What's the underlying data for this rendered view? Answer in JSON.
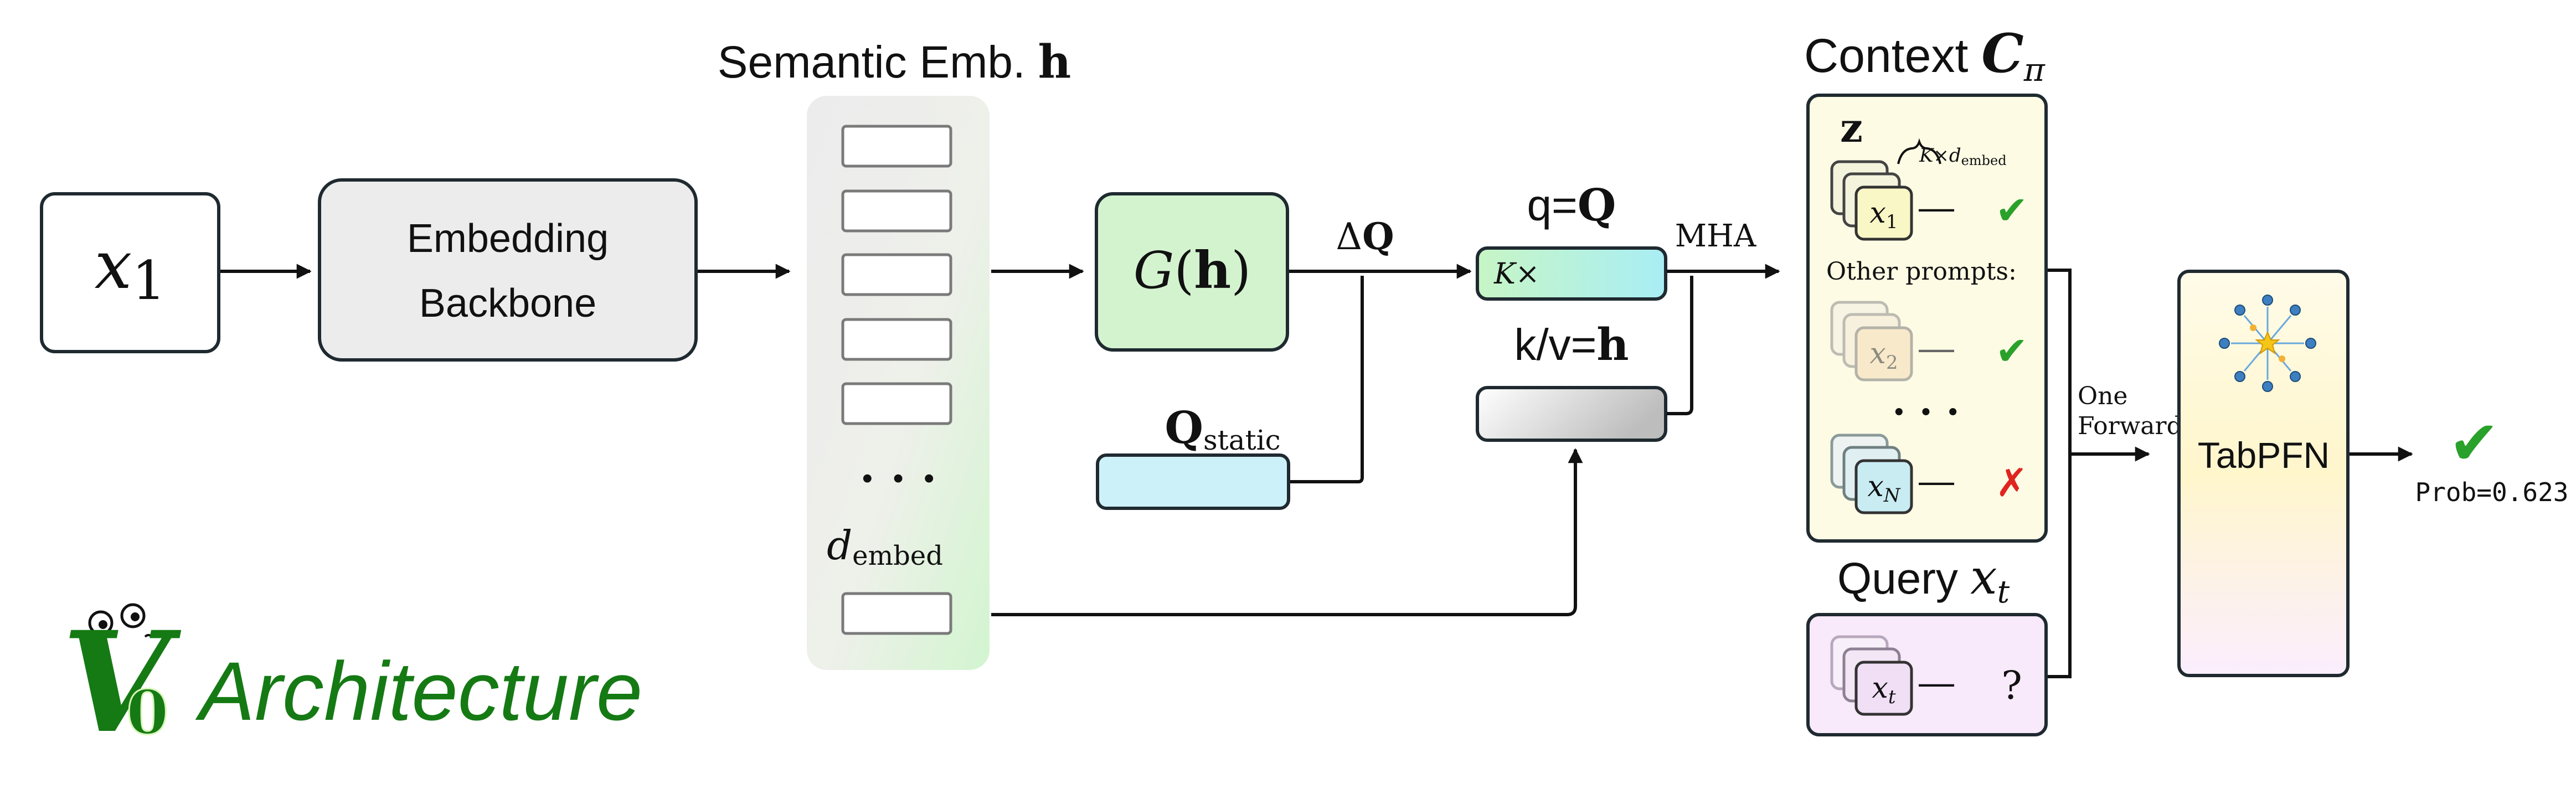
{
  "input": {
    "var": "x",
    "sub": "1"
  },
  "backbone": {
    "line1": "Embedding",
    "line2": "Backbone"
  },
  "semantic": {
    "title": "Semantic Emb. ",
    "title_sym": "h",
    "ellipsis": "· · ·",
    "dim_var": "d",
    "dim_sub": "embed"
  },
  "g_block": {
    "fn": "G",
    "open": "(",
    "arg": "h",
    "close": ")"
  },
  "delta_q": {
    "delta": "Δ",
    "sym": "Q"
  },
  "q_static": {
    "sym": "Q",
    "sub": "static"
  },
  "q_label": {
    "prefix": "q=",
    "sym": "Q"
  },
  "q_box": {
    "k": "K",
    "times": "×"
  },
  "kv_label": {
    "prefix": "k/v=",
    "sym": "h"
  },
  "mha": "MHA",
  "context": {
    "title": "Context ",
    "title_sym": "C",
    "title_sub": "π",
    "z": "z",
    "brace_k": "K",
    "brace_times": "×",
    "brace_d": "d",
    "brace_sub": "embed",
    "other_prompts": "Other prompts:",
    "ellipsis": "· · ·",
    "items": [
      {
        "var": "x",
        "sub": "1",
        "dash": "—",
        "mark": "✔"
      },
      {
        "var": "x",
        "sub": "2",
        "dash": "—",
        "mark": "✔"
      },
      {
        "var": "x",
        "sub": "N",
        "dash": "—",
        "mark": "✗"
      }
    ]
  },
  "query": {
    "title": "Query ",
    "var": "x",
    "sub": "t",
    "dash": "—",
    "mark": "?"
  },
  "one_forward": {
    "line1": "One",
    "line2": "Forward"
  },
  "tabpfn": {
    "label": "TabPFN"
  },
  "output": {
    "mark": "✔",
    "prob": "Prob=0.623"
  },
  "logo": {
    "letter": "V",
    "sub": "0",
    "word": "Architecture"
  },
  "colors": {
    "green": "#157a14",
    "check": "#2aa12a",
    "cross": "#e0241f",
    "stroke": "#1f2a30"
  }
}
